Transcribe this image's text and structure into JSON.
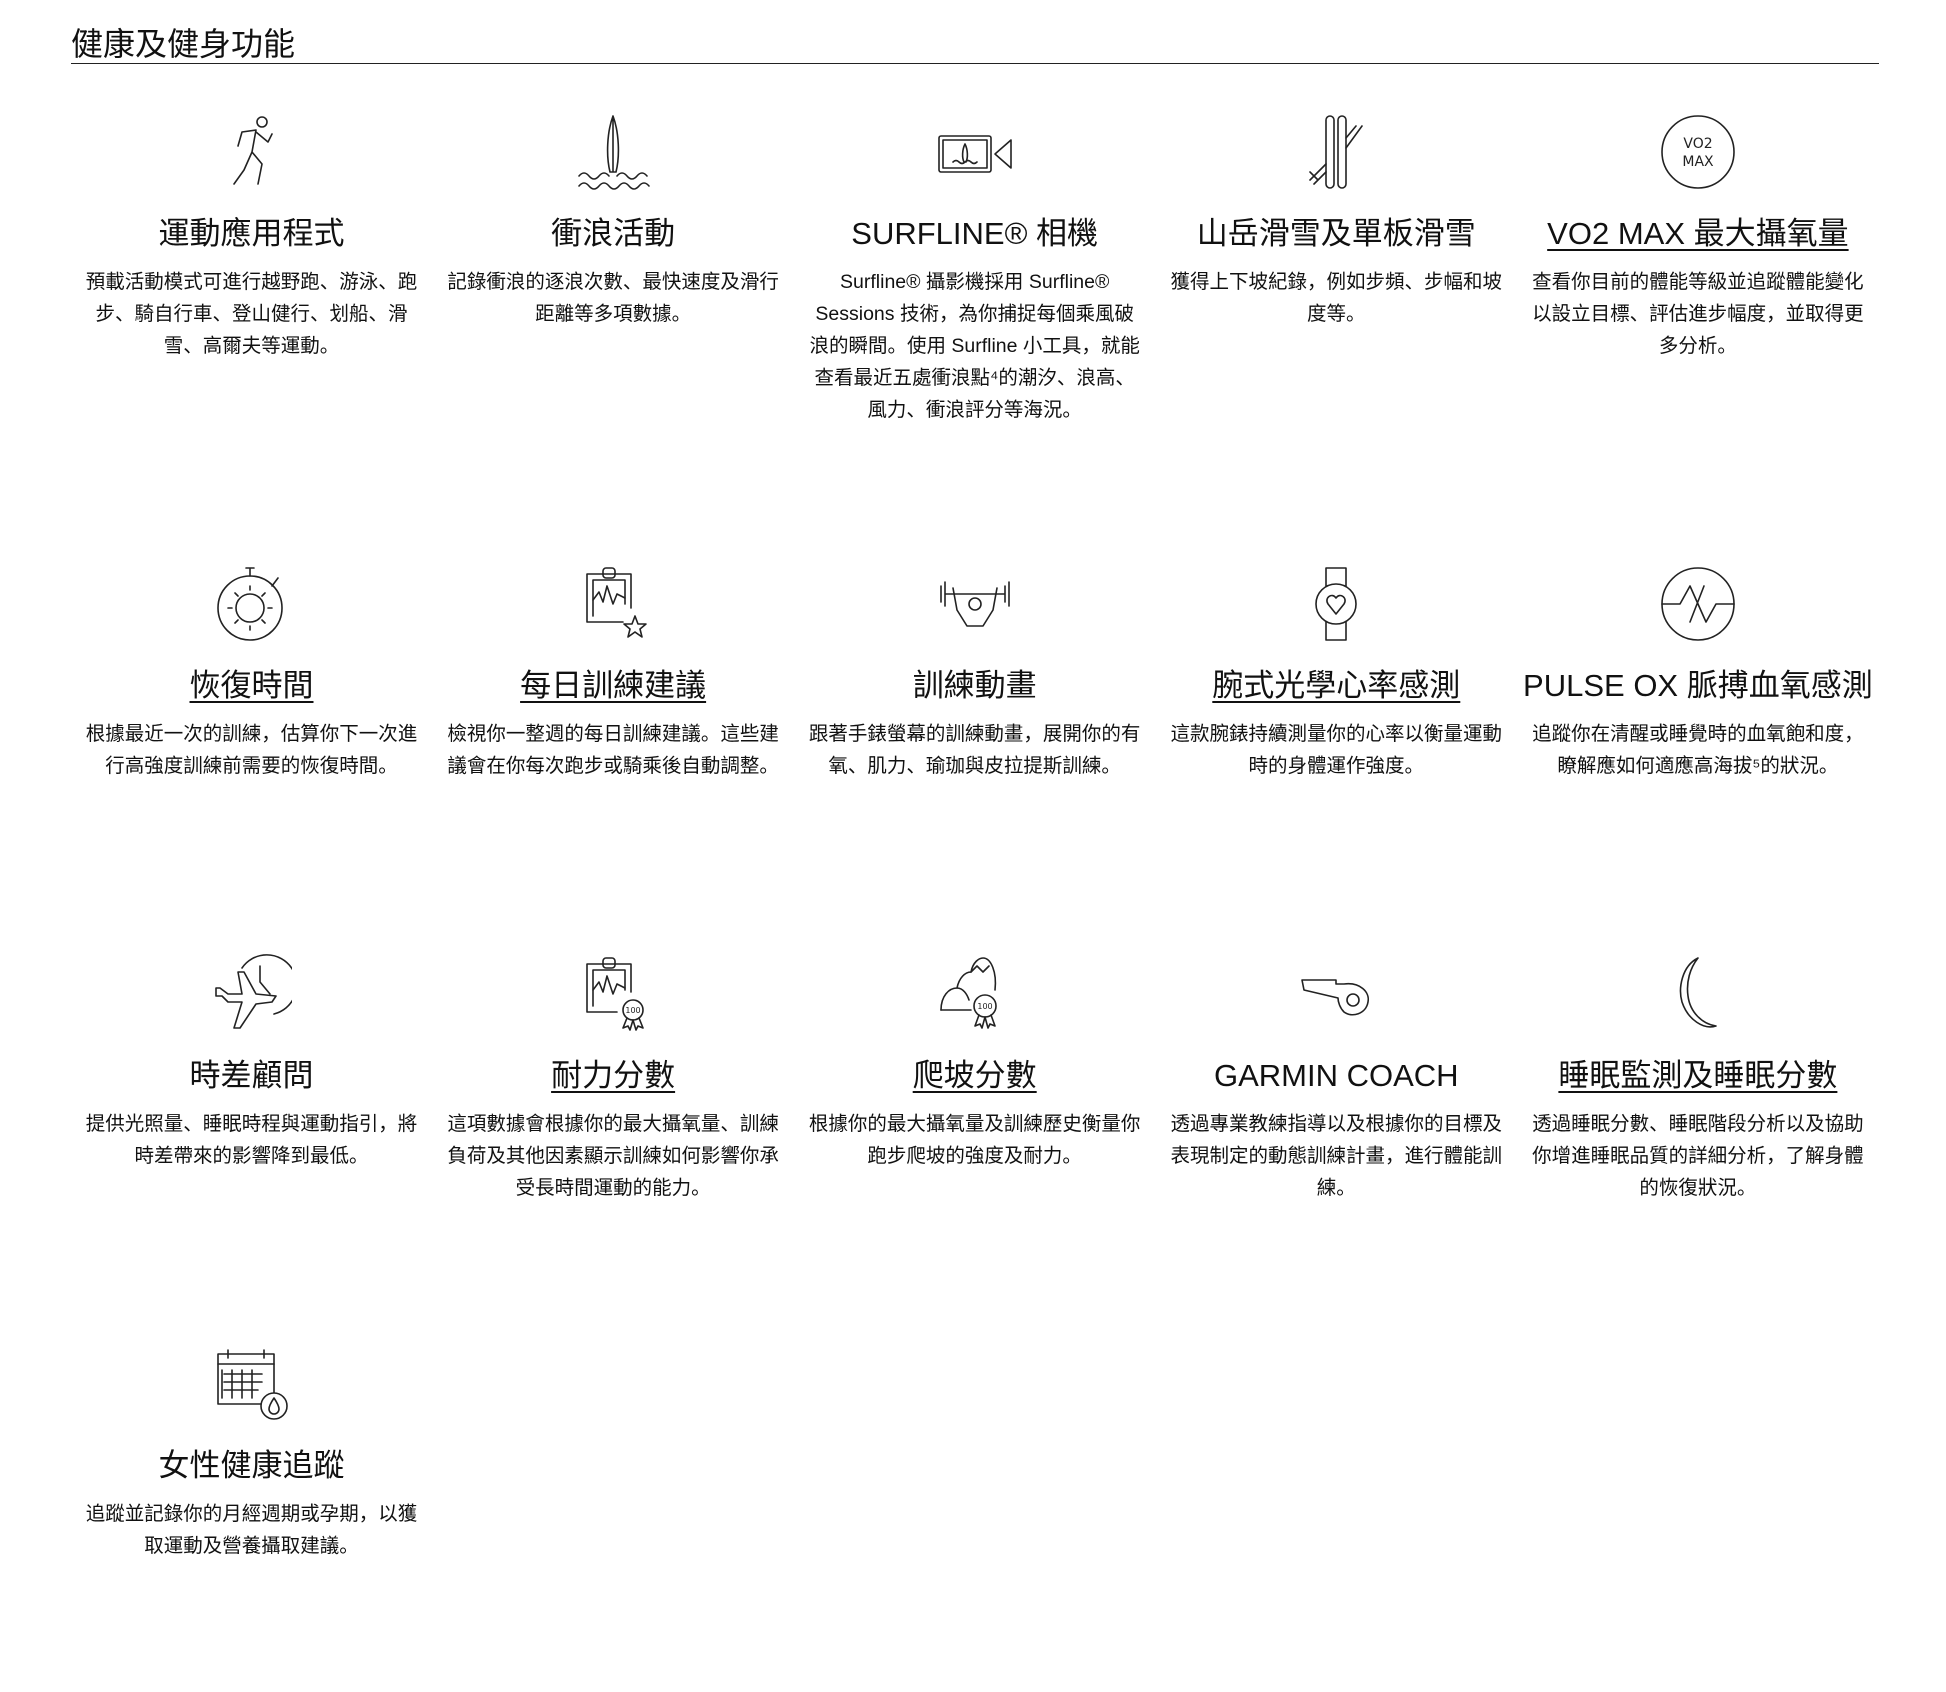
{
  "section_title": "健康及健身功能",
  "colors": {
    "text": "#111111",
    "icon_stroke": "#222222",
    "rule": "#222222"
  },
  "items": [
    {
      "icon": "runner-icon",
      "title": "運動應用程式",
      "link": false,
      "desc": "預載活動模式可進行越野跑、游泳、跑步、騎自行車、登山健行、划船、滑雪、高爾夫等運動。"
    },
    {
      "icon": "surfboard-icon",
      "title": "衝浪活動",
      "link": false,
      "desc": "記錄衝浪的逐浪次數、最快速度及滑行距離等多項數據。"
    },
    {
      "icon": "surf-camera-icon",
      "title": "SURFLINE® 相機",
      "link": false,
      "desc": "Surfline® 攝影機採用 Surfline® Sessions 技術，為你捕捉每個乘風破浪的瞬間。使用 Surfline 小工具，就能查看最近五處衝浪點⁴的潮汐、浪高、風力、衝浪評分等海況。"
    },
    {
      "icon": "ski-icon",
      "title": "山岳滑雪及單板滑雪",
      "link": false,
      "desc": "獲得上下坡紀錄，例如步頻、步幅和坡度等。"
    },
    {
      "icon": "vo2max-icon",
      "icon_text": [
        "VO2",
        "MAX"
      ],
      "title": "VO2 MAX 最大攝氧量",
      "link": true,
      "desc": "查看你目前的體能等級並追蹤體能變化以設立目標、評估進步幅度，並取得更多分析。"
    },
    {
      "icon": "stopwatch-icon",
      "title": "恢復時間",
      "link": true,
      "desc": "根據最近一次的訓練，估算你下一次進行高強度訓練前需要的恢復時間。"
    },
    {
      "icon": "clipboard-star-icon",
      "title": "每日訓練建議",
      "link": true,
      "desc": "檢視你一整週的每日訓練建議。這些建議會在你每次跑步或騎乘後自動調整。"
    },
    {
      "icon": "workout-icon",
      "title": "訓練動畫",
      "link": false,
      "desc": "跟著手錶螢幕的訓練動畫，展開你的有氧、肌力、瑜珈與皮拉提斯訓練。"
    },
    {
      "icon": "watch-heart-icon",
      "title": "腕式光學心率感測",
      "link": true,
      "desc": "這款腕錶持續測量你的心率以衡量運動時的身體運作強度。"
    },
    {
      "icon": "pulse-ox-icon",
      "title": "PULSE OX 脈搏血氧感測",
      "link": false,
      "desc": "追蹤你在清醒或睡覺時的血氧飽和度，瞭解應如何適應高海拔⁵的狀況。"
    },
    {
      "icon": "plane-clock-icon",
      "title": "時差顧問",
      "link": false,
      "desc": "提供光照量、睡眠時程與運動指引，將時差帶來的影響降到最低。"
    },
    {
      "icon": "clipboard-medal-icon",
      "icon_text": [
        "100"
      ],
      "title": "耐力分數",
      "link": true,
      "desc": "這項數據會根據你的最大攝氧量、訓練負荷及其他因素顯示訓練如何影響你承受長時間運動的能力。"
    },
    {
      "icon": "mountain-medal-icon",
      "icon_text": [
        "100"
      ],
      "title": "爬坡分數",
      "link": true,
      "desc": "根據你的最大攝氧量及訓練歷史衡量你跑步爬坡的強度及耐力。"
    },
    {
      "icon": "whistle-icon",
      "title": "GARMIN COACH",
      "link": false,
      "desc": "透過專業教練指導以及根據你的目標及表現制定的動態訓練計畫，進行體能訓練。"
    },
    {
      "icon": "moon-icon",
      "title": "睡眠監測及睡眠分數",
      "link": true,
      "desc": "透過睡眠分數、睡眠階段分析以及協助你增進睡眠品質的詳細分析，了解身體的恢復狀況。"
    },
    {
      "icon": "calendar-drop-icon",
      "title": "女性健康追蹤",
      "link": false,
      "desc": "追蹤並記錄你的月經週期或孕期，以獲取運動及營養攝取建議。"
    }
  ]
}
